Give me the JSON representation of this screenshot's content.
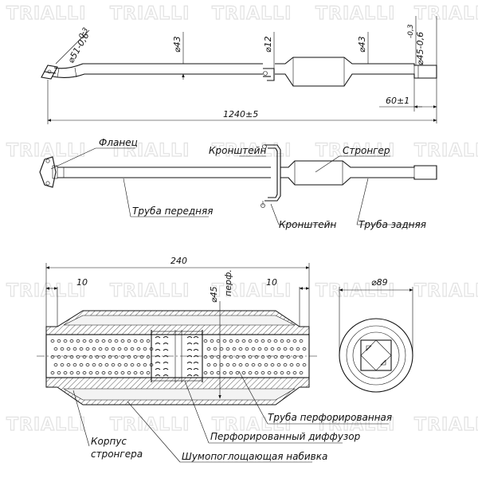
{
  "watermark": "TRIALLI",
  "top_view": {
    "dim_flange_diam": "⌀51-0,6",
    "dim_flange_tol": "-0,3",
    "dim_pipe_front": "⌀43",
    "dim_bracket_rod": "⌀12",
    "dim_pipe_rear": "⌀43",
    "dim_tail_diam": "⌀45-0,6",
    "dim_tail_tol": "-0,3",
    "dim_tail_len": "60±1",
    "dim_total_len": "1240±5"
  },
  "middle_view": {
    "flange": "Фланец",
    "bracket_top": "Кронштейн",
    "bracket_bottom": "Кронштейн",
    "resonator": "Стронгер",
    "front_pipe": "Труба передняя",
    "rear_pipe": "Труба задняя"
  },
  "section_view": {
    "dim_length": "240",
    "dim_left": "10",
    "dim_right": "10",
    "dim_inner_diam": "⌀45",
    "dim_inner_note": "перф.",
    "dim_end_diam": "⌀89",
    "perforated_pipe": "Труба перфорированная",
    "perforated_diffuser": "Перфорированный диффузор",
    "body_line1": "Корпус",
    "body_line2": "стронгера",
    "filling": "Шумопоглощающая набивка"
  }
}
